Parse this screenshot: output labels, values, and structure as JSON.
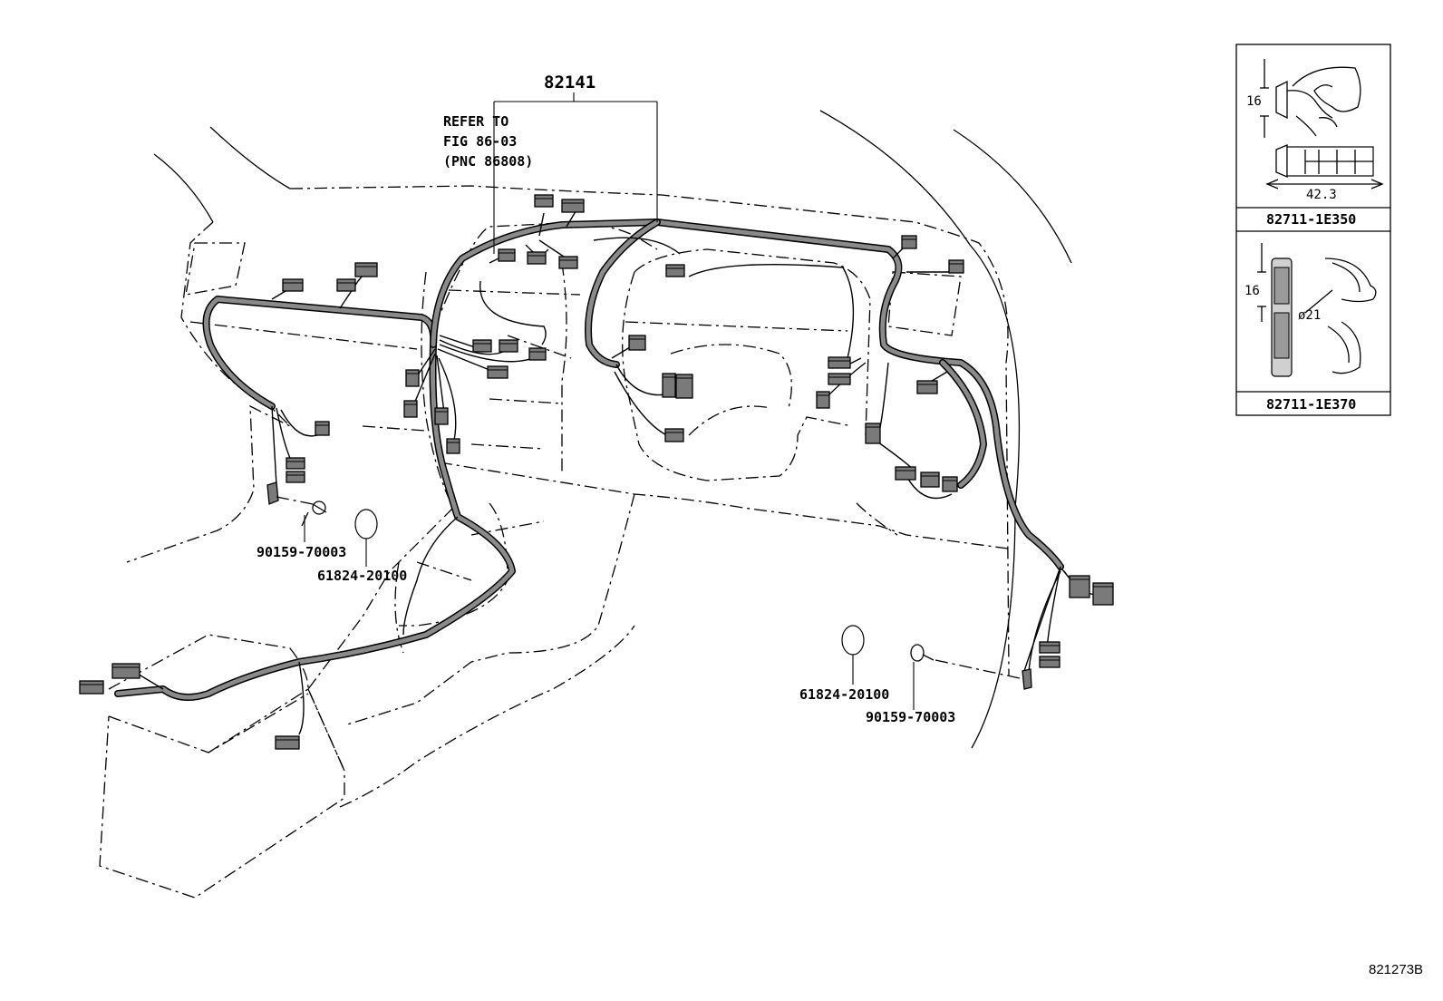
{
  "main_part": {
    "number": "82141"
  },
  "refer_note": {
    "line1": "REFER TO",
    "line2": "FIG 86-03",
    "line3": "(PNC 86808)"
  },
  "callouts": {
    "bolt_left": "90159-70003",
    "hole_plug_left": "61824-20100",
    "hole_plug_right": "61824-20100",
    "bolt_right": "90159-70003"
  },
  "inset_panels": [
    {
      "part_number": "82711-1E350",
      "dim_height": "16",
      "dim_length": "42.3"
    },
    {
      "part_number": "82711-1E370",
      "dim_height": "16",
      "dim_diameter": "ø21"
    }
  ],
  "sheet_id": "821273B"
}
